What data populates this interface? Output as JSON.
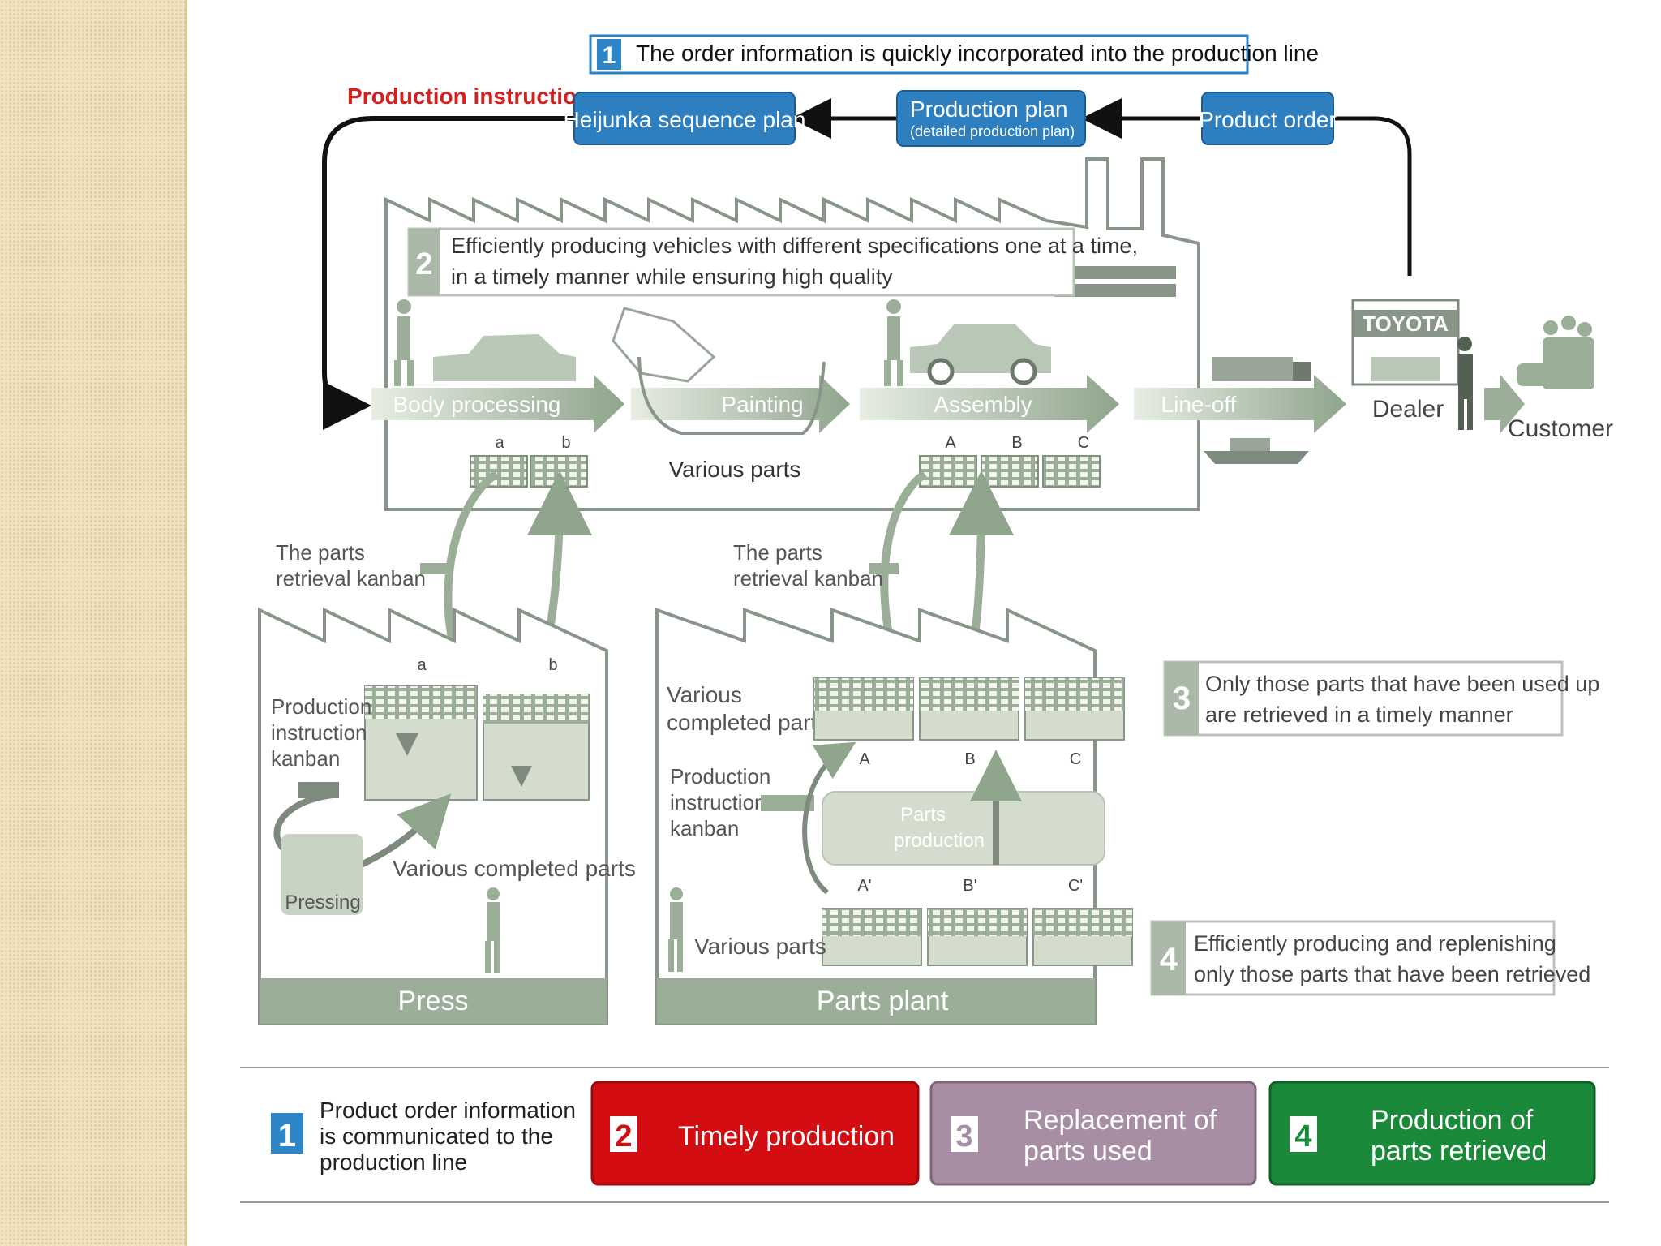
{
  "header_banner": {
    "number": "1",
    "text": "The order information is quickly incorporated into the production line"
  },
  "flow": {
    "production_instruction": "Production instruction",
    "heijunka": "Heijunka sequence plan",
    "production_plan": "Production plan",
    "production_plan_sub": "(detailed  production plan)",
    "product_order": "Product order"
  },
  "factory_note": {
    "number": "2",
    "line1": "Efficiently producing vehicles with different specifications one at a time,",
    "line2": "in a timely manner while ensuring high quality"
  },
  "stages": [
    "Body processing",
    "Painting",
    "Assembly",
    "Line-off"
  ],
  "various_parts_top": "Various parts",
  "bin_letters_top": [
    "a",
    "b",
    "A",
    "B",
    "C"
  ],
  "dealer_sign": "TOYOTA",
  "dealer": "Dealer",
  "customer": "Customer",
  "kanban_retrieval_label_l1": "The parts",
  "kanban_retrieval_label_l2": "retrieval kanban",
  "press": {
    "title": "Press",
    "bin_a": "a",
    "bin_b": "b",
    "instr_l1": "Production",
    "instr_l2": "instruction",
    "instr_l3": "kanban",
    "pressing": "Pressing",
    "completed": "Various completed parts"
  },
  "parts_plant": {
    "title": "Parts plant",
    "completed_l1": "Various",
    "completed_l2": "completed parts",
    "instr_l1": "Production",
    "instr_l2": "instruction",
    "instr_l3": "kanban",
    "production_l1": "Parts",
    "production_l2": "production",
    "letters_top": [
      "A",
      "B",
      "C"
    ],
    "letters_bottom": [
      "A'",
      "B'",
      "C'"
    ],
    "various_parts": "Various parts"
  },
  "note3": {
    "number": "3",
    "line1": "Only those parts that have been used up",
    "line2": "are retrieved in a timely manner"
  },
  "note4": {
    "number": "4",
    "line1": "Efficiently producing and replenishing",
    "line2": "only those parts that have been retrieved"
  },
  "legend": [
    {
      "number": "1",
      "lines": [
        "Product order information",
        "is communicated to the",
        "production line"
      ],
      "color": "#ffffff",
      "num_color": "#2e86c9"
    },
    {
      "number": "2",
      "lines": [
        "Timely production"
      ],
      "color": "#d40d12",
      "num_color": "#ffffff"
    },
    {
      "number": "3",
      "lines": [
        "Replacement of",
        "parts used"
      ],
      "color": "#a78ea4",
      "num_color": "#ffffff"
    },
    {
      "number": "4",
      "lines": [
        "Production of",
        "parts retrieved"
      ],
      "color": "#1a8a3a",
      "num_color": "#ffffff"
    }
  ],
  "colors": {
    "blue_box": "#2e7fc0",
    "factory_fill": "#d3dccd",
    "factory_stroke": "#8a958a",
    "bin_green": "#9aae98",
    "red_label": "#d61f1f"
  }
}
